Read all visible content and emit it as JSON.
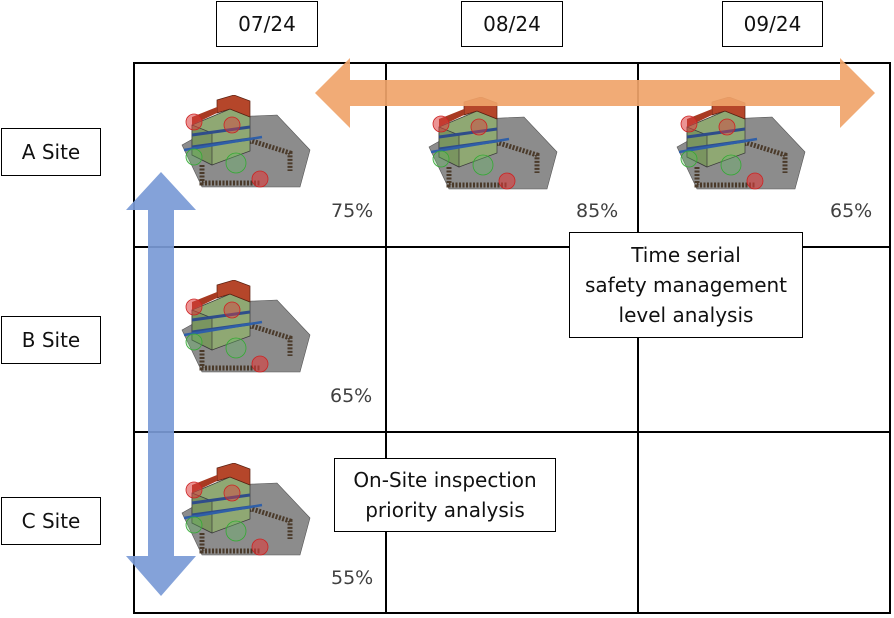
{
  "columns": [
    "07/24",
    "08/24",
    "09/24"
  ],
  "rows": [
    "A Site",
    "B Site",
    "C Site"
  ],
  "cells": {
    "a_0724": "75%",
    "a_0824": "85%",
    "a_0924": "65%",
    "b_0724": "65%",
    "c_0724": "55%"
  },
  "callouts": {
    "time_serial": [
      "Time serial",
      "safety management",
      "level analysis"
    ],
    "onsite": [
      "On-Site inspection",
      "priority analysis"
    ]
  },
  "colors": {
    "horizontal_arrow": "#f0a46a",
    "vertical_arrow": "#7a9ad6"
  },
  "icons": {
    "building": "construction-site-model-icon"
  }
}
